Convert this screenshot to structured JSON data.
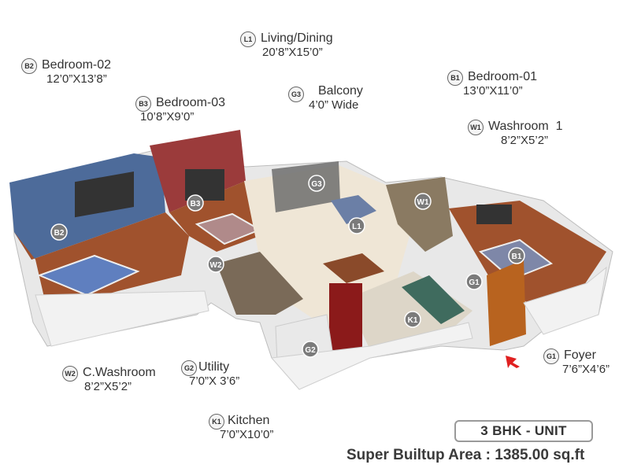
{
  "rooms": {
    "living": {
      "tag": "L1",
      "name": "Living/Dining",
      "dims": "20’8”X15’0”"
    },
    "bed2": {
      "tag": "B2",
      "name": "Bedroom-02",
      "dims": "12’0”X13’8”"
    },
    "bed3": {
      "tag": "B3",
      "name": "Bedroom-03",
      "dims": "10’8”X9’0”"
    },
    "balcony": {
      "tag": "G3",
      "name": "Balcony",
      "dims": "4’0” Wide"
    },
    "bed1": {
      "tag": "B1",
      "name": "Bedroom-01",
      "dims": "13’0”X11’0”"
    },
    "wash1": {
      "tag": "W1",
      "name": "Washroom  1",
      "dims": "8’2”X5’2”"
    },
    "foyer": {
      "tag": "G1",
      "name": "Foyer",
      "dims": "7’6”X4’6”"
    },
    "cwash": {
      "tag": "W2",
      "name": "C.Washroom",
      "dims": "8’2”X5’2”"
    },
    "utility": {
      "tag": "G2",
      "name": "Utility",
      "dims": "7’0”X 3’6”"
    },
    "kitchen": {
      "tag": "K1",
      "name": "Kitchen",
      "dims": "7’0”X10’0”"
    }
  },
  "unit_type": "3 BHK - UNIT",
  "area_text": "Super Builtup Area : 1385.00 sq.ft",
  "colors": {
    "bedroom2_wall": "#4d6b9a",
    "bedroom3_wall": "#9b3b3b",
    "floor_wood": "#a0522d",
    "floor_tile": "#efe6d6",
    "wall_white": "#f2f2f2",
    "entry_arrow": "#e02020"
  }
}
